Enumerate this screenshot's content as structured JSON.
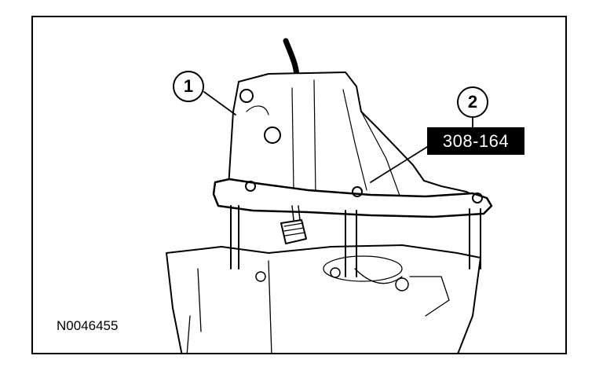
{
  "callouts": [
    {
      "number": "1"
    },
    {
      "number": "2"
    }
  ],
  "tool_label": "308-164",
  "figure_id": "N0046455",
  "colors": {
    "line": "#000000",
    "background": "#ffffff",
    "label_bg": "#000000",
    "label_text": "#ffffff"
  }
}
